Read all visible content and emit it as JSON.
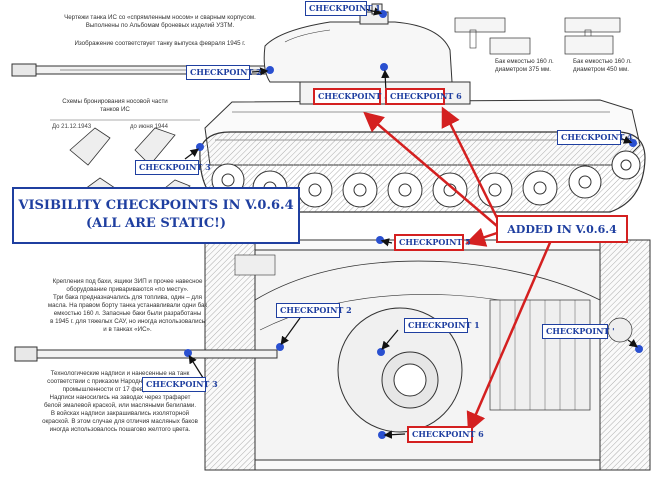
{
  "notes": {
    "top_title": "Чертежи танка ИС со «спрямленным носом» и сварным корпусом.\nВыполнены по Альбомам броневых изделий УЗТМ.",
    "top_subtitle": "Изображение соответствует танку выпуска февраля 1945 г.",
    "armor_schemes": "Схемы бронирования носовой части\nтанков ИС",
    "date_left": "До 21.12.1943",
    "date_right": "до июня 1944",
    "tank_left": "Бак емкостью 160 л.\nдиаметром 375 мм.",
    "tank_right": "Бак емкостью 160 л.\nдиаметром 450 мм.",
    "mounting": "Крепления под бахи, ящики ЗИП и прочее навесное\nоборудование привариваются «по месту».\nТри бака предназначались для топлива, один – для\nмасла. На правом борту танка устанавливали одни бак\nемкостью 160 л. Запасные баки были разработаны\nв 1945 г. для тяжелых САУ, но иногда использовались\nи в танках «ИС».",
    "insignia": "Технологические надписи и нанесенные на танк\nсоответствии с приказом Народного комиссариата\nпромышленности от 17 февраля 1944 г.\nНадписи наносились на заводах через трафарет\nбелой эмалевой краской, или масляными белилами.\nВ войсках надписи закрашивались изоляторной\nокраской. В этом случае для отличия масляных баков\nиногда использовалось пошагово желтого цвета."
  },
  "checkpoints": [
    {
      "id": "cp-top",
      "label": "CHECKPOINT 1"
    },
    {
      "id": "cp-2-side",
      "label": "CHECKPOINT 2"
    },
    {
      "id": "cp-5-side",
      "label": "CHECKPOINT 5"
    },
    {
      "id": "cp-6-side",
      "label": "CHECKPOINT 6"
    },
    {
      "id": "cp-4-side",
      "label": "CHECKPOINT 4"
    },
    {
      "id": "cp-3-side",
      "label": "CHECKPOINT 3"
    },
    {
      "id": "cp-5-top",
      "label": "CHECKPOINT 5"
    },
    {
      "id": "cp-2-top",
      "label": "CHECKPOINT 2"
    },
    {
      "id": "cp-1-top",
      "label": "CHECKPOINT 1"
    },
    {
      "id": "cp-rear",
      "label": "CHECKPOINT '"
    },
    {
      "id": "cp-3-top",
      "label": "CHECKPOINT 3"
    },
    {
      "id": "cp-6-top",
      "label": "CHECKPOINT 6"
    }
  ],
  "banner_visibility": {
    "line1": "VISIBILITY CHECKPOINTS IN V.0.6.4",
    "line2": "(ALL ARE STATIC!)"
  },
  "banner_added": {
    "label": "ADDED IN V.0.6.4"
  },
  "colors": {
    "checkpoint_blue": "#1f3fa0",
    "dot_blue": "#2a50d0",
    "arrow_red": "#d42020",
    "line_drawing": "#333333"
  }
}
